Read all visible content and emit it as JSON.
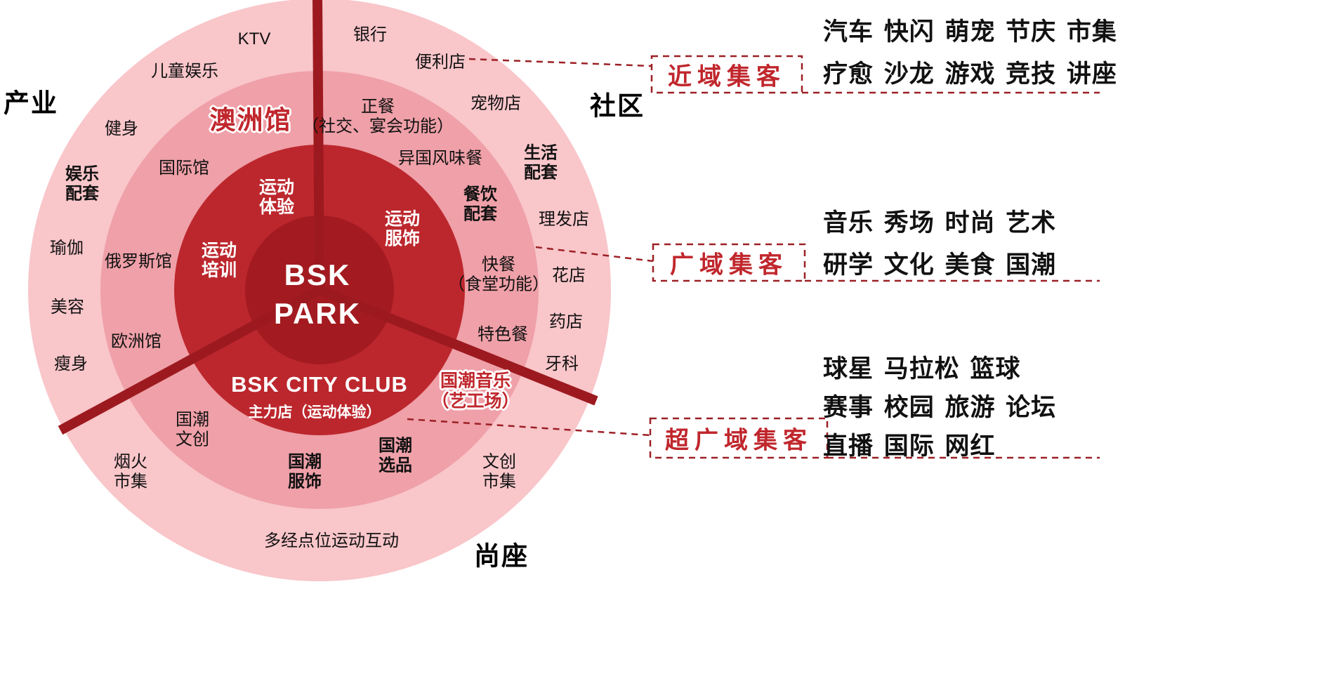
{
  "colors": {
    "outer_ring": "#f9c6ca",
    "middle_ring": "#efa0a8",
    "inner_circle": "#bc272d",
    "core_circle": "#a31b20",
    "spoke": "#9c1a1f",
    "accent": "#c0272d",
    "dash": "#9c2025",
    "text": "#111111"
  },
  "sectors": {
    "left": "产业",
    "right": "社区",
    "bottom": "尚座"
  },
  "center": {
    "brand_line1": "BSK",
    "brand_line2": "PARK",
    "club": "BSK CITY CLUB",
    "club_note": "主力店（运动体验）"
  },
  "inner_ring": {
    "labels": [
      "运动\n体验",
      "运动\n服饰",
      "运动\n培训"
    ]
  },
  "highlights": [
    "澳洲馆",
    "国潮音乐\n（艺工场）"
  ],
  "middle_ring": {
    "labels": [
      "正餐\n（社交、宴会功能）",
      "异国风味餐",
      "餐饮\n配套",
      "快餐\n（食堂功能）",
      "特色餐",
      "国际馆",
      "俄罗斯馆",
      "欧洲馆",
      "国潮\n文创",
      "国潮\n服饰",
      "国潮\n选品"
    ]
  },
  "outer_ring": {
    "labels": [
      "KTV",
      "银行",
      "便利店",
      "宠物店",
      "生活\n配套",
      "理发店",
      "花店",
      "药店",
      "牙科",
      "文创\n市集",
      "多经点位运动互动",
      "烟火\n市集",
      "瘦身",
      "美容",
      "瑜伽",
      "娱乐\n配套",
      "健身",
      "儿童娱乐"
    ]
  },
  "legend": [
    {
      "label": "近域集客",
      "lines": [
        "汽车 快闪 萌宠 节庆 市集",
        "疗愈 沙龙 游戏 竞技 讲座"
      ]
    },
    {
      "label": "广域集客",
      "lines": [
        "音乐 秀场 时尚 艺术",
        "研学 文化 美食 国潮"
      ]
    },
    {
      "label": "超广域集客",
      "lines": [
        "球星 马拉松 篮球",
        "赛事 校园 旅游 论坛",
        "直播 国际 网红"
      ]
    }
  ]
}
